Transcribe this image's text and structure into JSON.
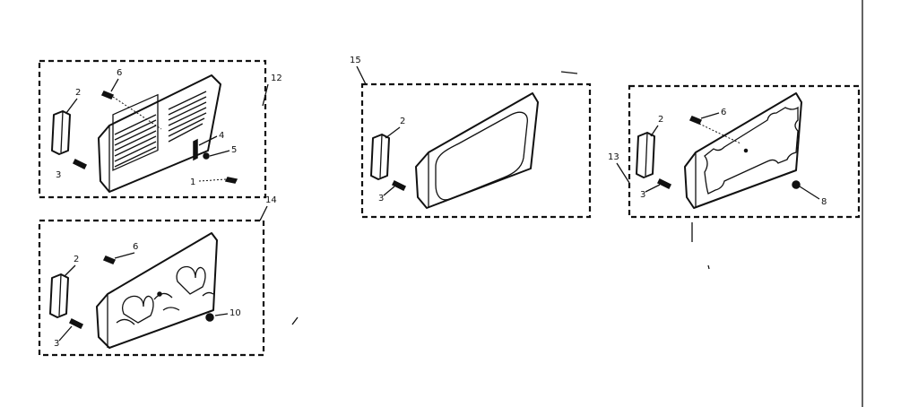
{
  "assemblies": [
    {
      "id": "vent-louvered",
      "box_label": "12",
      "callouts": [
        "2",
        "6",
        "4",
        "5",
        "3",
        "1"
      ]
    },
    {
      "id": "vent-ornamental",
      "box_label": "14",
      "callouts": [
        "2",
        "6",
        "10",
        "3"
      ]
    },
    {
      "id": "vent-oval",
      "box_label": "15",
      "callouts": [
        "2",
        "3"
      ]
    },
    {
      "id": "vent-scalloped",
      "box_label": "",
      "callouts": [
        "2",
        "6",
        "13",
        "3",
        "8"
      ]
    }
  ]
}
